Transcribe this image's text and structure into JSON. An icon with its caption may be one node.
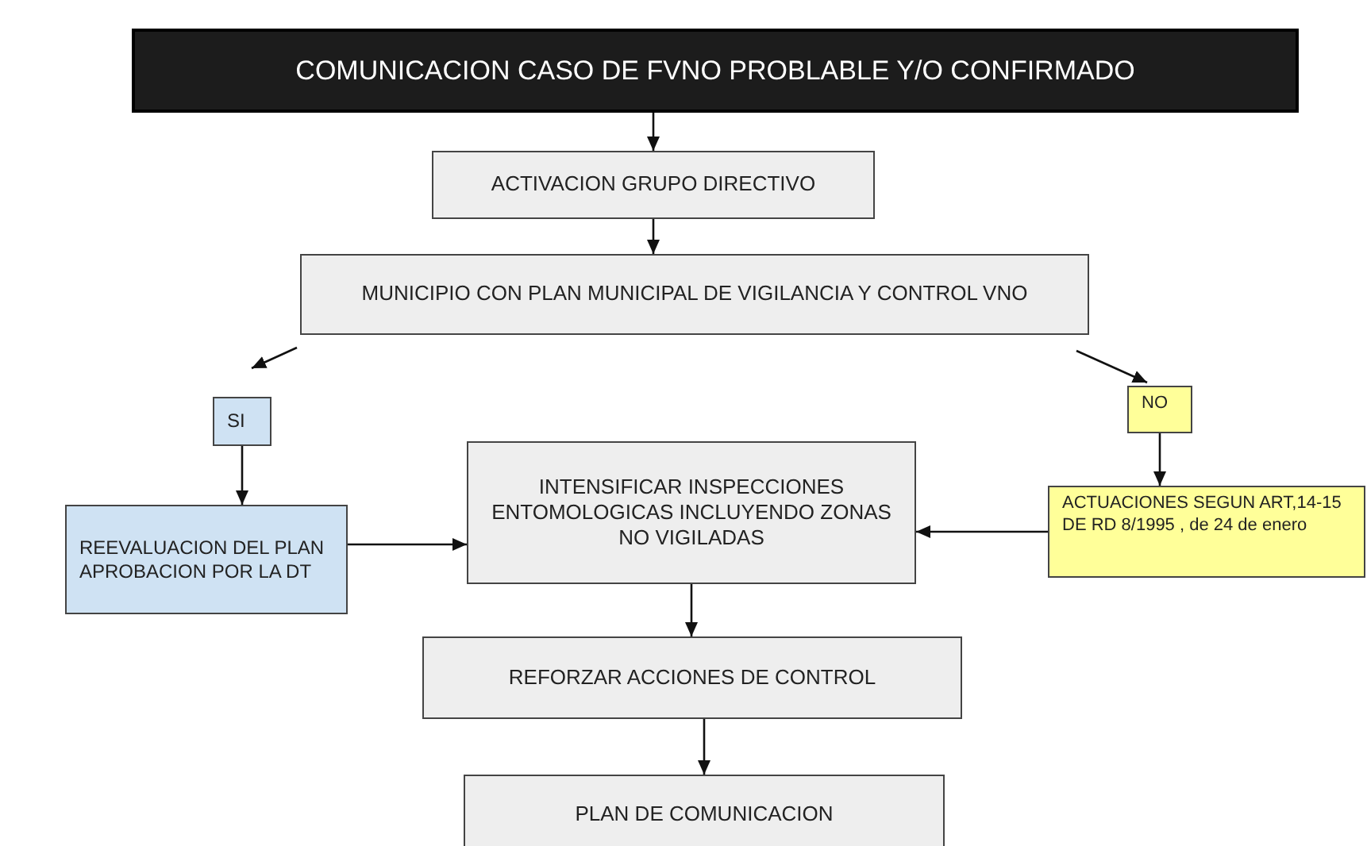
{
  "diagram": {
    "nodes": [
      {
        "text": [
          "COMUNICACION CASO DE FVNO PROBLABLE Y/O CONFIRMADO"
        ]
      },
      {
        "text": [
          "ACTIVACION GRUPO DIRECTIVO"
        ]
      },
      {
        "text": [
          "MUNICIPIO CON PLAN MUNICIPAL DE VIGILANCIA Y CONTROL VNO"
        ]
      },
      {
        "text": [
          "SI"
        ]
      },
      {
        "text": [
          "REEVALUACION DEL PLAN APROBACION POR LA DT"
        ]
      },
      {
        "text": [
          "INTENSIFICAR INSPECCIONES ENTOMOLOGICAS INCLUYENDO ZONAS NO VIGILADAS"
        ]
      },
      {
        "text": [
          "NO"
        ]
      },
      {
        "text": [
          "ACTUACIONES SEGUN ART,14-15 DE RD 8/1995 , de 24 de enero"
        ]
      },
      {
        "text": [
          "REFORZAR ACCIONES DE CONTROL"
        ]
      },
      {
        "text": [
          "PLAN DE COMUNICACION"
        ]
      }
    ],
    "edges": [
      {
        "from": 0,
        "to": 1,
        "arrow": "to"
      },
      {
        "from": 1,
        "to": 2,
        "arrow": "to"
      },
      {
        "from": 2,
        "to": 3,
        "arrow": "to"
      },
      {
        "from": 2,
        "to": 6,
        "arrow": "to"
      },
      {
        "from": 3,
        "to": 4,
        "arrow": "to"
      },
      {
        "from": 6,
        "to": 7,
        "arrow": "to"
      },
      {
        "from": 4,
        "to": 5,
        "arrow": "to"
      },
      {
        "from": 7,
        "to": 5,
        "arrow": "to"
      },
      {
        "from": 5,
        "to": 8,
        "arrow": "to"
      },
      {
        "from": 8,
        "to": 9,
        "arrow": "to"
      }
    ]
  }
}
